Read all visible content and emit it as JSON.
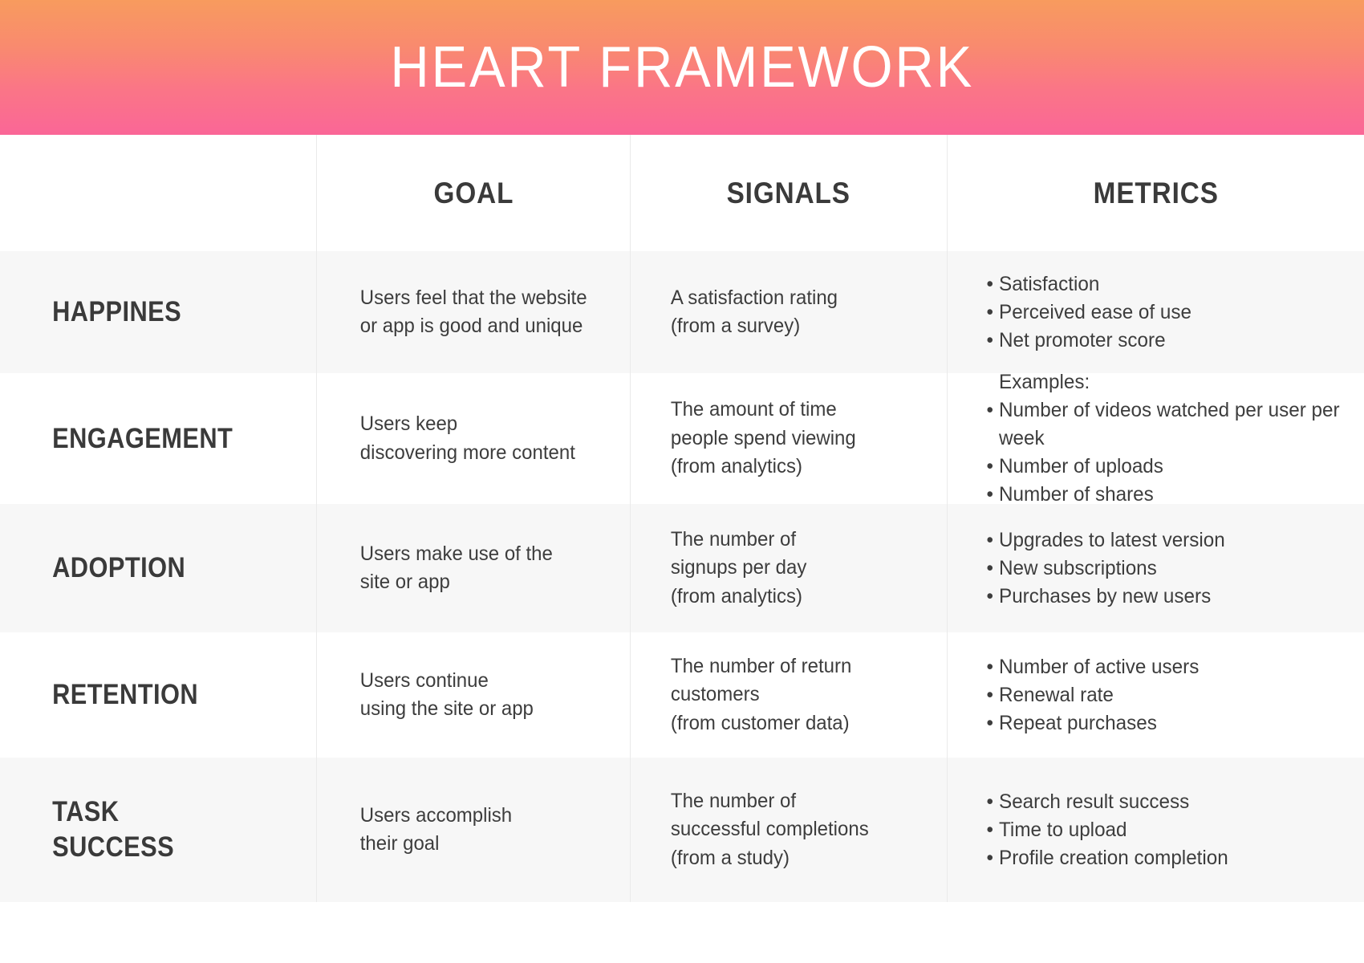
{
  "banner": {
    "title": "HEART FRAMEWORK",
    "gradient_from": "#F89B5E",
    "gradient_to": "#FA6697"
  },
  "table": {
    "columns": [
      {
        "key": "category",
        "label": ""
      },
      {
        "key": "goal",
        "label": "GOAL"
      },
      {
        "key": "signals",
        "label": "SIGNALS"
      },
      {
        "key": "metrics",
        "label": "METRICS"
      }
    ],
    "row_shade_color": "#F7F7F7",
    "row_plain_color": "#FFFFFF",
    "divider_color": "#EAEAEA",
    "rows": [
      {
        "category": "HAPPINES",
        "goal": "Users feel that the website\nor app is good and unique",
        "signals": "A satisfaction rating\n(from a survey)",
        "metrics": [
          {
            "bullet": true,
            "text": "Satisfaction"
          },
          {
            "bullet": true,
            "text": "Perceived ease of use"
          },
          {
            "bullet": true,
            "text": "Net promoter score"
          }
        ]
      },
      {
        "category": "ENGAGEMENT",
        "goal": "Users keep\ndiscovering more content",
        "signals": "The amount of time\npeople spend viewing\n(from analytics)",
        "metrics": [
          {
            "bullet": false,
            "text": "Examples:"
          },
          {
            "bullet": true,
            "text": "Number of videos watched per user per week"
          },
          {
            "bullet": true,
            "text": "Number of uploads"
          },
          {
            "bullet": true,
            "text": "Number of shares"
          }
        ]
      },
      {
        "category": "ADOPTION",
        "goal": "Users make use of the\nsite or app",
        "signals": "The number of\nsignups per day\n(from analytics)",
        "metrics": [
          {
            "bullet": true,
            "text": "Upgrades to latest version"
          },
          {
            "bullet": true,
            "text": "New subscriptions"
          },
          {
            "bullet": true,
            "text": "Purchases by new users"
          }
        ]
      },
      {
        "category": "RETENTION",
        "goal": "Users continue\nusing the site or app",
        "signals": "The number of return\ncustomers\n(from customer data)",
        "metrics": [
          {
            "bullet": true,
            "text": "Number of active users"
          },
          {
            "bullet": true,
            "text": "Renewal rate"
          },
          {
            "bullet": true,
            "text": "Repeat purchases"
          }
        ]
      },
      {
        "category": "TASK\nSUCCESS",
        "goal": "Users accomplish\ntheir goal",
        "signals": "The number of\nsuccessful completions\n(from a study)",
        "metrics": [
          {
            "bullet": true,
            "text": "Search result success"
          },
          {
            "bullet": true,
            "text": "Time to upload"
          },
          {
            "bullet": true,
            "text": "Profile creation completion"
          }
        ]
      }
    ],
    "bullet_glyph": "•"
  }
}
